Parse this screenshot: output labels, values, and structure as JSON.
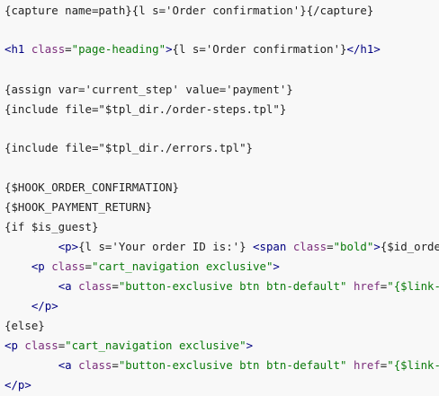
{
  "colors": {
    "background": "#f8f8f8",
    "text": "#222222",
    "tag": "#000080",
    "attribute": "#7b2d7b",
    "string": "#0a7a0a"
  },
  "lines": [
    {
      "indent": "",
      "parts": [
        {
          "t": "{capture name=path}{l s='Order confirmation'}{/capture}",
          "c": "text"
        }
      ]
    },
    {
      "indent": "",
      "parts": []
    },
    {
      "indent": "",
      "parts": [
        {
          "t": "<h1",
          "c": "tag"
        },
        {
          "t": " class",
          "c": "attr"
        },
        {
          "t": "=",
          "c": "text"
        },
        {
          "t": "\"page-heading\"",
          "c": "str"
        },
        {
          "t": ">",
          "c": "tag"
        },
        {
          "t": "{l s='Order confirmation'}",
          "c": "text"
        },
        {
          "t": "</h1>",
          "c": "tag"
        }
      ]
    },
    {
      "indent": "",
      "parts": []
    },
    {
      "indent": "",
      "parts": [
        {
          "t": "{assign var='current_step' value='payment'}",
          "c": "text"
        }
      ]
    },
    {
      "indent": "",
      "parts": [
        {
          "t": "{include file=\"$tpl_dir./order-steps.tpl\"}",
          "c": "text"
        }
      ]
    },
    {
      "indent": "",
      "parts": []
    },
    {
      "indent": "",
      "parts": [
        {
          "t": "{include file=\"$tpl_dir./errors.tpl\"}",
          "c": "text"
        }
      ]
    },
    {
      "indent": "",
      "parts": []
    },
    {
      "indent": "",
      "parts": [
        {
          "t": "{$HOOK_ORDER_CONFIRMATION}",
          "c": "text"
        }
      ]
    },
    {
      "indent": "",
      "parts": [
        {
          "t": "{$HOOK_PAYMENT_RETURN}",
          "c": "text"
        }
      ]
    },
    {
      "indent": "",
      "parts": [
        {
          "t": "{if $is_guest}",
          "c": "text"
        }
      ]
    },
    {
      "indent": "        ",
      "parts": [
        {
          "t": "<p>",
          "c": "tag"
        },
        {
          "t": "{l s='Your order ID is:'} ",
          "c": "text"
        },
        {
          "t": "<span",
          "c": "tag"
        },
        {
          "t": " class",
          "c": "attr"
        },
        {
          "t": "=",
          "c": "text"
        },
        {
          "t": "\"bold\"",
          "c": "str"
        },
        {
          "t": ">",
          "c": "tag"
        },
        {
          "t": "{$id_order_formatted}",
          "c": "text"
        }
      ]
    },
    {
      "indent": "    ",
      "parts": [
        {
          "t": "<p",
          "c": "tag"
        },
        {
          "t": " class",
          "c": "attr"
        },
        {
          "t": "=",
          "c": "text"
        },
        {
          "t": "\"cart_navigation exclusive\"",
          "c": "str"
        },
        {
          "t": ">",
          "c": "tag"
        }
      ]
    },
    {
      "indent": "        ",
      "parts": [
        {
          "t": "<a",
          "c": "tag"
        },
        {
          "t": " class",
          "c": "attr"
        },
        {
          "t": "=",
          "c": "text"
        },
        {
          "t": "\"button-exclusive btn btn-default\"",
          "c": "str"
        },
        {
          "t": " href",
          "c": "attr"
        },
        {
          "t": "=",
          "c": "text"
        },
        {
          "t": "\"{$link->getPageLink()}\"",
          "c": "str"
        }
      ]
    },
    {
      "indent": "    ",
      "parts": [
        {
          "t": "</p>",
          "c": "tag"
        }
      ]
    },
    {
      "indent": "",
      "parts": [
        {
          "t": "{else}",
          "c": "text"
        }
      ]
    },
    {
      "indent": "",
      "parts": [
        {
          "t": "<p",
          "c": "tag"
        },
        {
          "t": " class",
          "c": "attr"
        },
        {
          "t": "=",
          "c": "text"
        },
        {
          "t": "\"cart_navigation exclusive\"",
          "c": "str"
        },
        {
          "t": ">",
          "c": "tag"
        }
      ]
    },
    {
      "indent": "        ",
      "parts": [
        {
          "t": "<a",
          "c": "tag"
        },
        {
          "t": " class",
          "c": "attr"
        },
        {
          "t": "=",
          "c": "text"
        },
        {
          "t": "\"button-exclusive btn btn-default\"",
          "c": "str"
        },
        {
          "t": " href",
          "c": "attr"
        },
        {
          "t": "=",
          "c": "text"
        },
        {
          "t": "\"{$link->getPageLink()}\"",
          "c": "str"
        }
      ]
    },
    {
      "indent": "",
      "parts": [
        {
          "t": "</p>",
          "c": "tag"
        }
      ]
    }
  ]
}
